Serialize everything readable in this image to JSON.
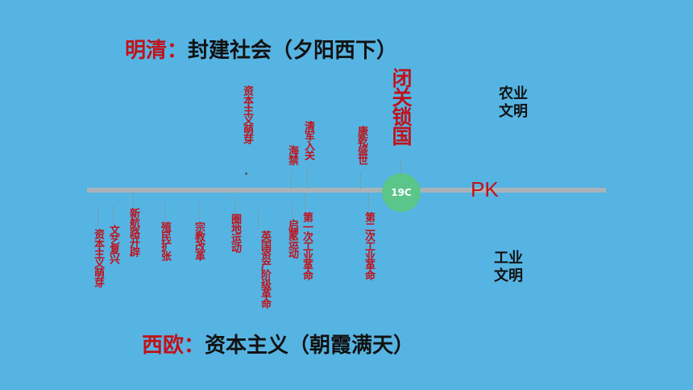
{
  "top_title": {
    "prefix": "明清",
    "sep": "：",
    "rest": "封建社会（夕阳西下）"
  },
  "bottom_title": {
    "prefix": "西欧",
    "sep": "：",
    "rest": "资本主义（朝霞满天）"
  },
  "side_top": [
    "农业",
    "文明"
  ],
  "side_bottom": [
    "工业",
    "文明"
  ],
  "center_circle": "19C",
  "pk": "PK",
  "main_event": "闭关锁国",
  "above_events": [
    "资本主义萌芽",
    "海禁",
    "清军入关",
    "康乾盛世"
  ],
  "below_events": [
    "资本主义萌芽",
    "文艺复兴",
    "新航路开辟",
    "殖民扩张",
    "宗教改革",
    "圈地运动",
    "英国资产阶级革命",
    "启蒙运动",
    "第一次工业革命",
    "第二次工业革命"
  ],
  "colors": {
    "background": "#56b4e3",
    "accent": "#c0121b",
    "circle": "#5cc58a",
    "axis": "#a9b2b8"
  }
}
